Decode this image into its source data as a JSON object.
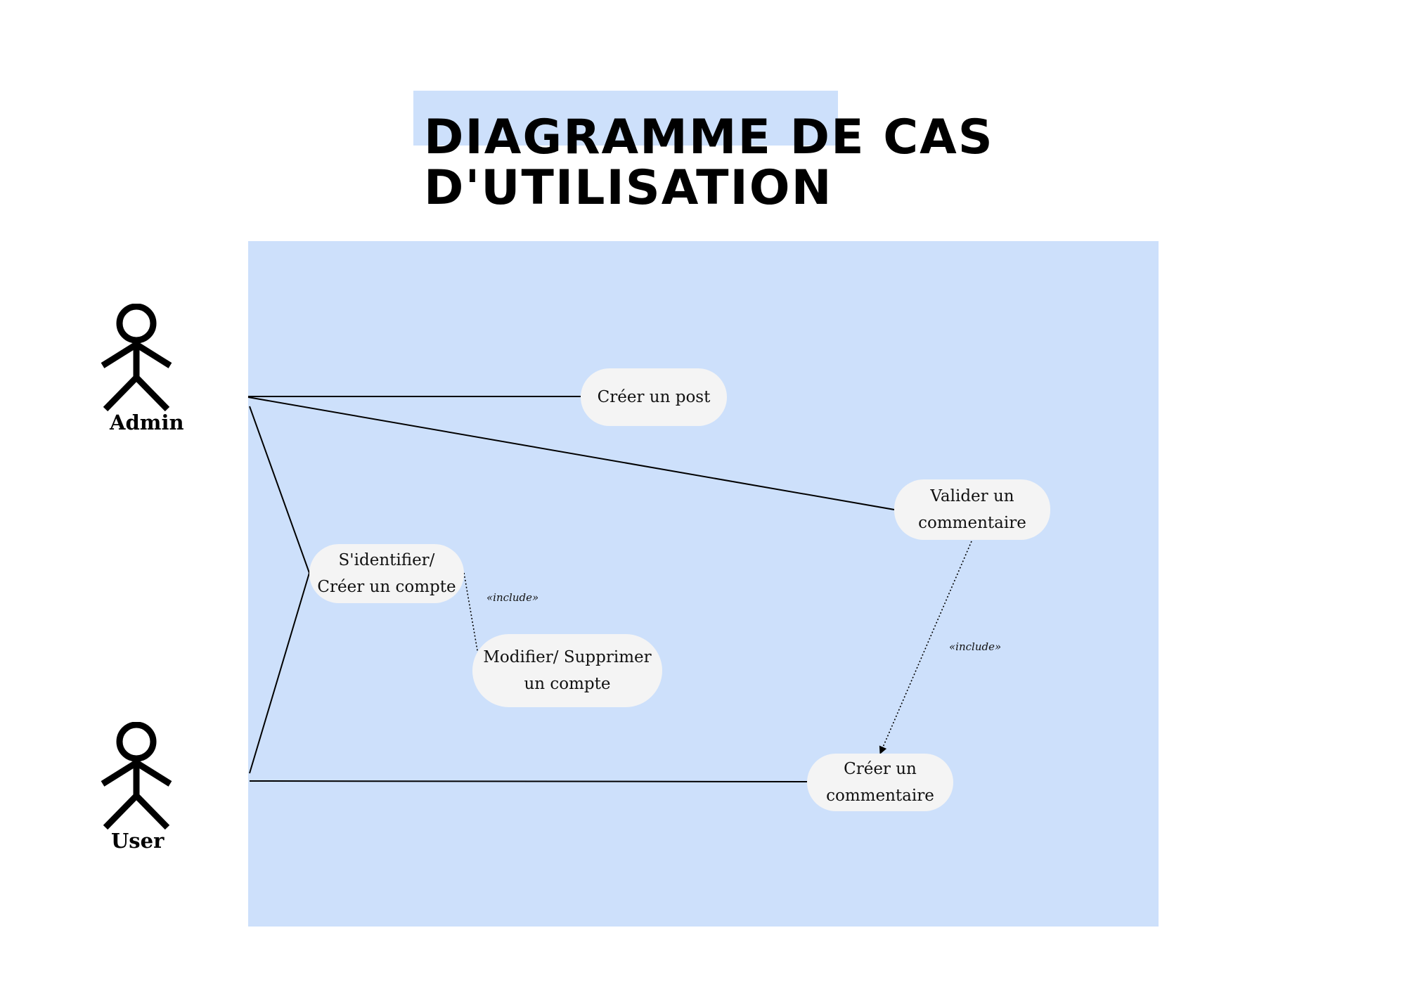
{
  "title": {
    "line1": "DIAGRAMME DE CAS",
    "line2": "D'UTILISATION"
  },
  "actors": {
    "admin": "Admin",
    "user": "User"
  },
  "use_cases": {
    "creer_post": "Créer un post",
    "valider_commentaire": "Valider un\ncommentaire",
    "identifier": "S'identifier/\nCréer un compte",
    "modifier_compte": "Modifier/ Supprimer\nun compte",
    "creer_commentaire": "Créer un\ncommentaire"
  },
  "relations": {
    "include_1": "«include»",
    "include_2": "«include»"
  },
  "colors": {
    "boundary": "#cde0fb",
    "use_case_fill": "#f4f4f4",
    "line": "#000000"
  }
}
